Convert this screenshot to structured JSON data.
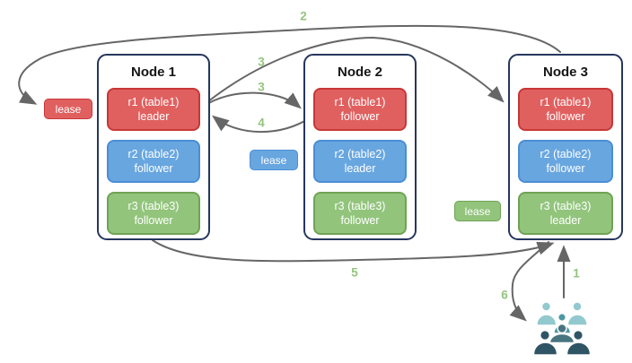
{
  "nodes": [
    {
      "title": "Node 1",
      "replicas": [
        {
          "name": "r1 (table1)",
          "role": "leader",
          "color": "#e06060"
        },
        {
          "name": "r2 (table2)",
          "role": "follower",
          "color": "#68a6e0"
        },
        {
          "name": "r3 (table3)",
          "role": "follower",
          "color": "#92c47c"
        }
      ]
    },
    {
      "title": "Node 2",
      "replicas": [
        {
          "name": "r1 (table1)",
          "role": "follower",
          "color": "#e06060"
        },
        {
          "name": "r2 (table2)",
          "role": "leader",
          "color": "#68a6e0"
        },
        {
          "name": "r3 (table3)",
          "role": "follower",
          "color": "#92c47c"
        }
      ]
    },
    {
      "title": "Node 3",
      "replicas": [
        {
          "name": "r1 (table1)",
          "role": "follower",
          "color": "#e06060"
        },
        {
          "name": "r2 (table2)",
          "role": "follower",
          "color": "#68a6e0"
        },
        {
          "name": "r3 (table3)",
          "role": "leader",
          "color": "#92c47c"
        }
      ]
    }
  ],
  "leases": [
    {
      "label": "lease",
      "color": "#e06060"
    },
    {
      "label": "lease",
      "color": "#68a6e0"
    },
    {
      "label": "lease",
      "color": "#92c47c"
    }
  ],
  "steps": [
    {
      "label": "1"
    },
    {
      "label": "2"
    },
    {
      "label": "3"
    },
    {
      "label": "3"
    },
    {
      "label": "4"
    },
    {
      "label": "5"
    },
    {
      "label": "6"
    }
  ],
  "arrows": [
    {
      "step": "1",
      "from": "client",
      "to": "node-3"
    },
    {
      "step": "2",
      "from": "node-3",
      "to": "red-lease"
    },
    {
      "step": "3",
      "from": "node-1-r1-leader",
      "to": "node-2-r1-follower"
    },
    {
      "step": "3",
      "from": "node-1-r1-leader",
      "to": "node-3-r1-follower"
    },
    {
      "step": "4",
      "from": "node-2-r1-follower",
      "to": "node-1-r1-leader"
    },
    {
      "step": "5",
      "from": "node-1",
      "to": "node-3"
    },
    {
      "step": "6",
      "from": "node-3",
      "to": "client"
    }
  ],
  "client": {
    "icon": "users-group-icon"
  },
  "colors": {
    "replica_red": "#e06060",
    "replica_red_border": "#c83737",
    "replica_blue": "#68a6e0",
    "replica_blue_border": "#4b8ed4",
    "replica_green": "#92c47c",
    "replica_green_border": "#6fa355",
    "node_border": "#26365e",
    "arrow": "#666666",
    "step_label": "#93c47d",
    "client_light": "#92c9ce",
    "client_mid": "#4f98a2",
    "client_slate": "#48747f",
    "client_dark": "#2f5565"
  }
}
